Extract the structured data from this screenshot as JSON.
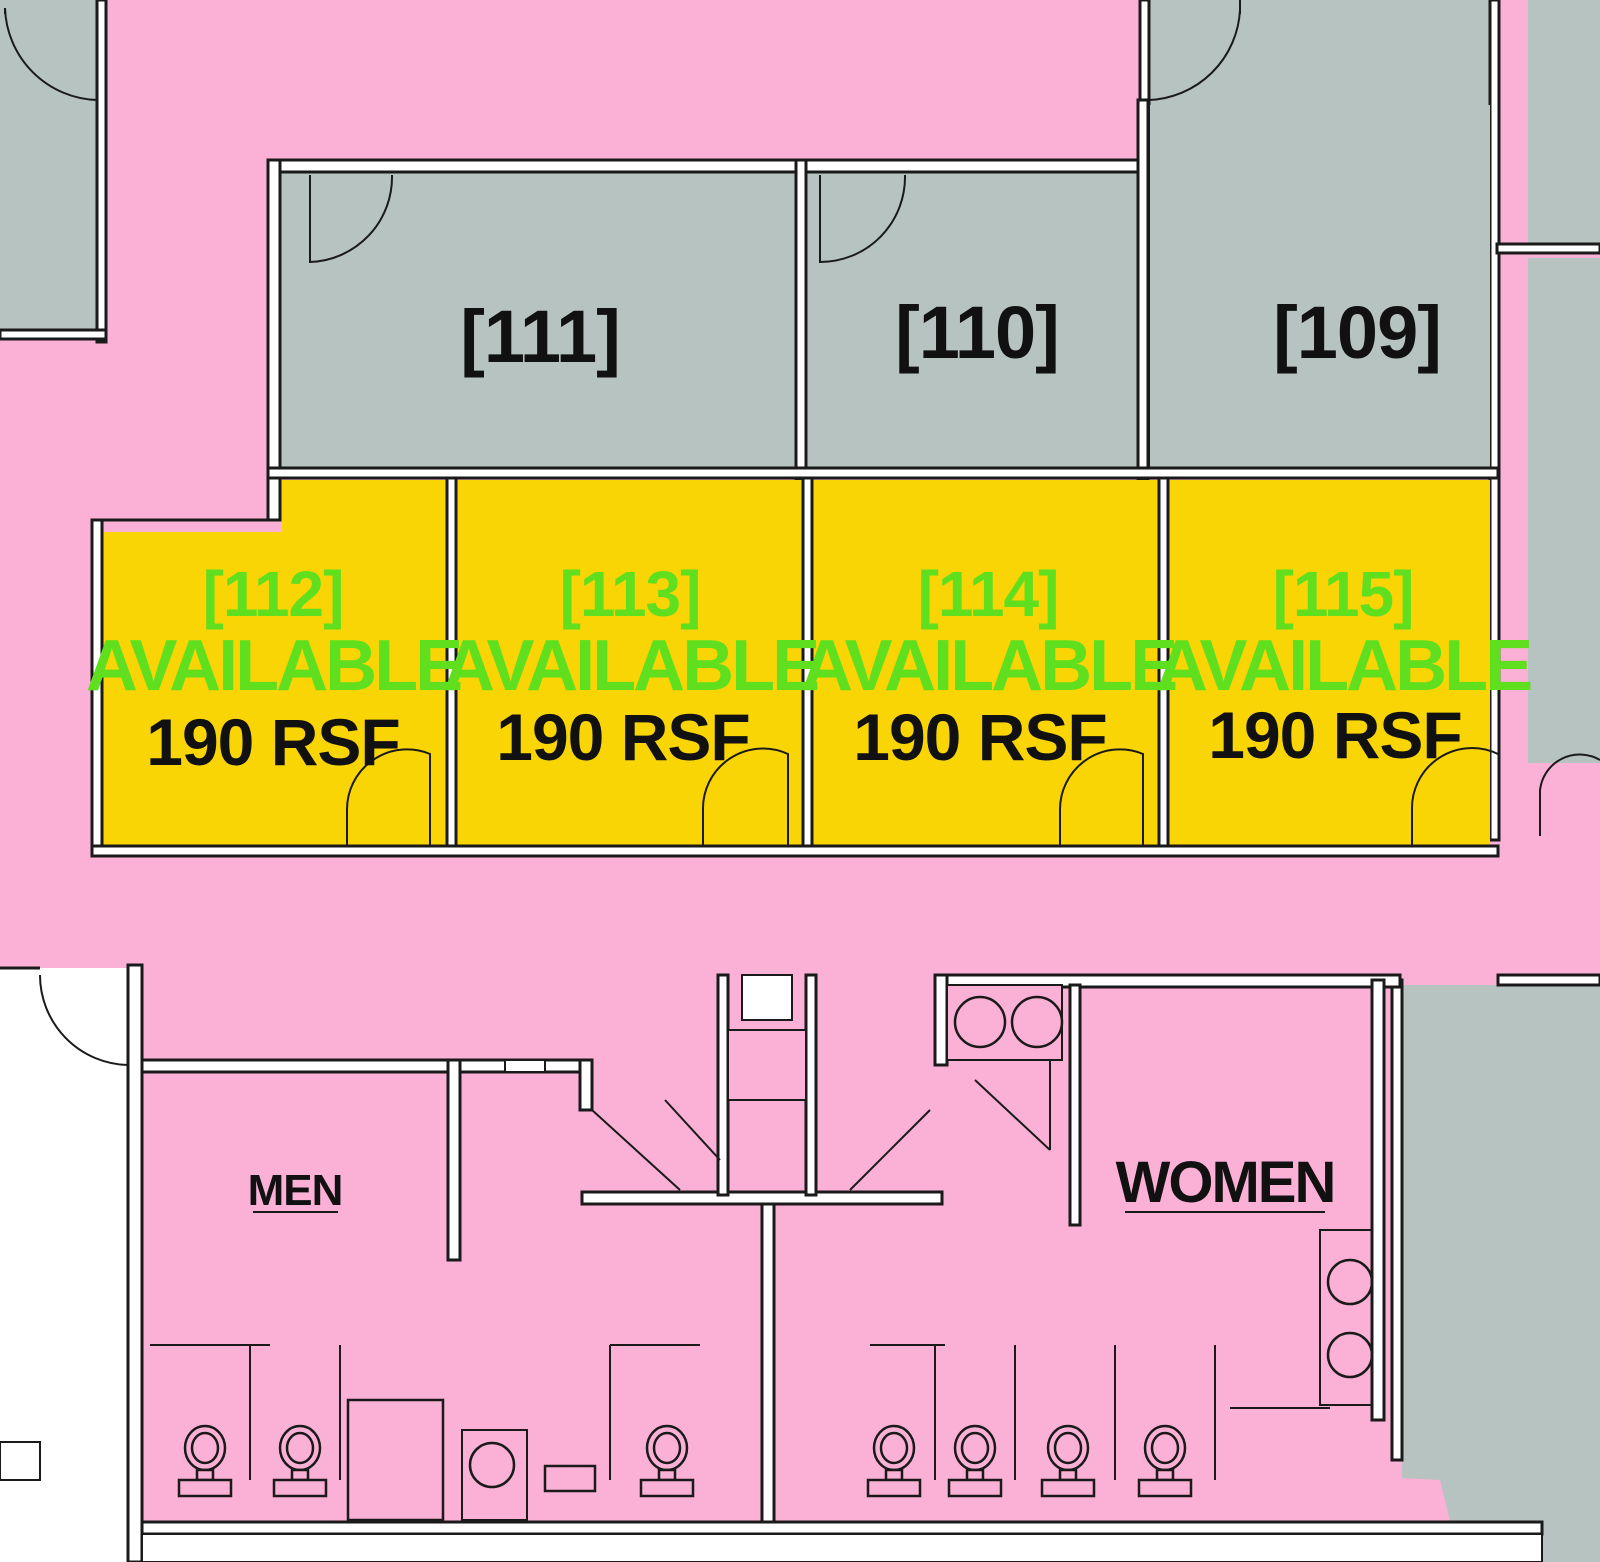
{
  "colors": {
    "corridor": "#fbb0d6",
    "occupied": "#b6c3c0",
    "available": "#f9d506",
    "available_text": "#5fdf1e",
    "wall": "#ffffff",
    "outline": "#1a1a1a"
  },
  "occupied_rooms": [
    {
      "label": "[111]"
    },
    {
      "label": "[110]"
    },
    {
      "label": "[109]"
    }
  ],
  "available_rooms": [
    {
      "label": "[112]",
      "status": "AVAILABLE",
      "area": "190 RSF"
    },
    {
      "label": "[113]",
      "status": "AVAILABLE",
      "area": "190 RSF"
    },
    {
      "label": "[114]",
      "status": "AVAILABLE",
      "area": "190 RSF"
    },
    {
      "label": "[115]",
      "status": "AVAILABLE",
      "area": "190 RSF"
    }
  ],
  "restrooms": {
    "men": "MEN",
    "women": "WOMEN"
  }
}
